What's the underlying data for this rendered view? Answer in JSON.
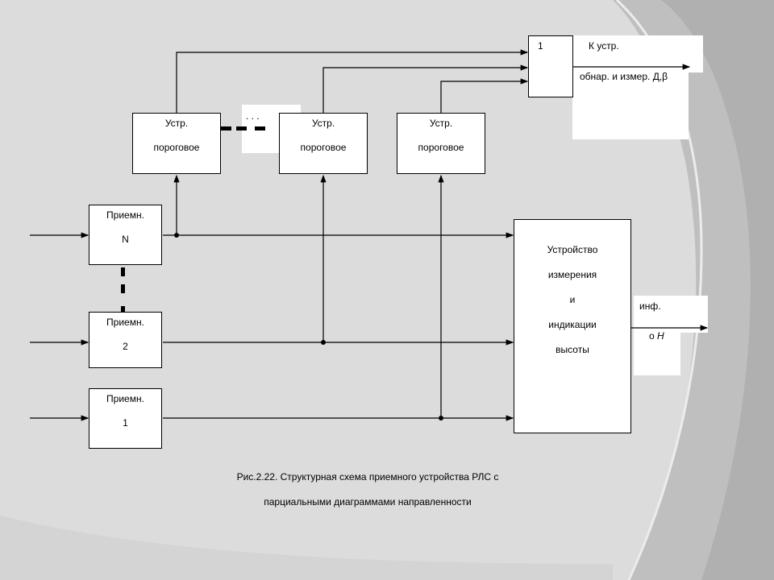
{
  "threshold_devices": [
    {
      "line1": "Устр.",
      "line2": "пороговое"
    },
    {
      "line1": "Устр.",
      "line2": "пороговое"
    },
    {
      "line1": "Устр.",
      "line2": "пороговое"
    }
  ],
  "ellipsis": ". . .",
  "receivers": [
    {
      "line1": "Приемн.",
      "line2": "N"
    },
    {
      "line1": "Приемн.",
      "line2": "2"
    },
    {
      "line1": "Приемн.",
      "line2": "1"
    }
  ],
  "or_gate": {
    "label": "1"
  },
  "output_top": {
    "line1": "К устр.",
    "line2": "обнар. и измер. Д,β"
  },
  "height_device": {
    "lines": [
      "Устройство",
      "измерения",
      "и",
      "индикации",
      "высоты"
    ]
  },
  "output_right": {
    "line1": "инф.",
    "line2_prefix": "о ",
    "line2_var": "H"
  },
  "caption": {
    "line1": "Рис.2.22. Структурная схема приемного устройства РЛС с",
    "line2": "парциальными диаграммами направленности"
  }
}
